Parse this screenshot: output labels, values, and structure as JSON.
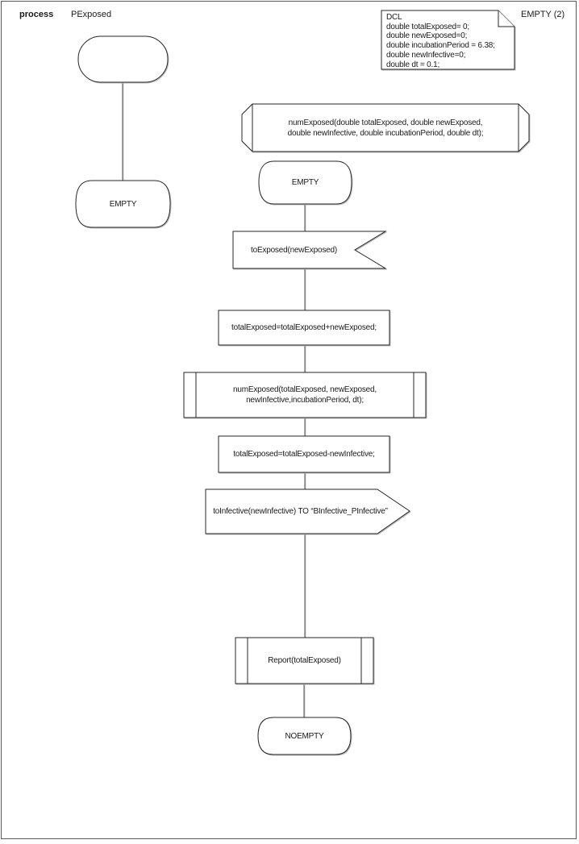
{
  "header": {
    "process_label": "process",
    "process_name": "PExposed",
    "page_ref": "EMPTY (2)"
  },
  "declarations": {
    "lines": [
      "DCL",
      "double totalExposed= 0;",
      "double newExposed=0;",
      "double incubationPeriod = 6.38;",
      "double newInfective=0;",
      "double dt = 0.1;"
    ]
  },
  "nodes": {
    "proc_decl": {
      "line1": "numExposed(double totalExposed, double newExposed,",
      "line2": "double newInfective, double incubationPeriod, double dt);"
    },
    "state_left": {
      "label": "EMPTY"
    },
    "state_main": {
      "label": "EMPTY"
    },
    "input_signal": {
      "label": "toExposed(newExposed)"
    },
    "task_add": {
      "label": "totalExposed=totalExposed+newExposed;"
    },
    "proc_call_numexposed": {
      "line1": "numExposed(totalExposed, newExposed,",
      "line2": "newInfective,incubationPeriod, dt);"
    },
    "task_sub": {
      "label": "totalExposed=totalExposed-newInfective;"
    },
    "output_signal": {
      "label": "toInfective(newInfective) TO “BInfective_PInfective”"
    },
    "proc_call_report": {
      "label": "Report(totalExposed)"
    },
    "state_end": {
      "label": "NOEMPTY"
    }
  },
  "colors": {
    "shape_stroke": "#262626",
    "connector": "#4d4d4d",
    "page_border": "#595959",
    "shadow": "#b8b8b8",
    "background": "#ffffff"
  }
}
